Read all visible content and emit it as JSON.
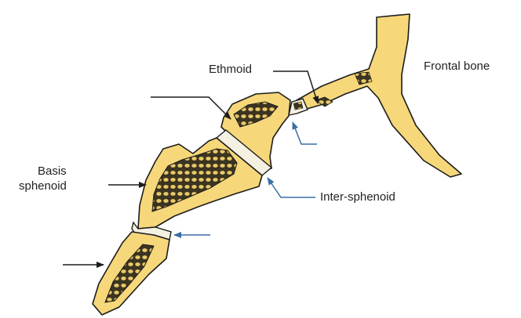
{
  "labels": {
    "ethmoid": "Ethmoid",
    "frontal_bone": "Frontal bone",
    "basis_sphenoid_line1": "Basis",
    "basis_sphenoid_line2": "sphenoid",
    "inter_sphenoid": "Inter-sphenoid"
  },
  "colors": {
    "bone_fill": "#f6d77a",
    "bone_outline": "#1c1c1c",
    "cartilage_fill": "#f4f1e2",
    "arrow_black": "#1c1c1c",
    "arrow_blue": "#3a6ea5",
    "label_text": "#222222"
  }
}
